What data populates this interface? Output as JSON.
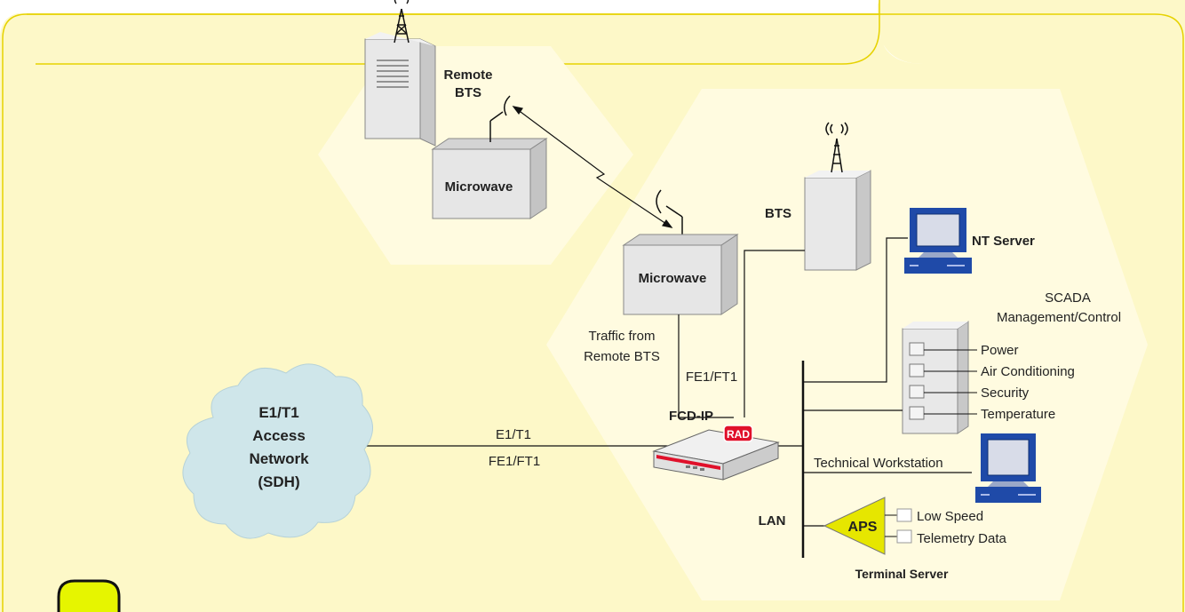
{
  "labels": {
    "remote_bts": [
      "Remote",
      "BTS"
    ],
    "microwave_remote": "Microwave",
    "microwave_local": "Microwave",
    "bts": "BTS",
    "nt_server": "NT Server",
    "scada_title": [
      "SCADA",
      "Management/Control"
    ],
    "scada_items": [
      "Power",
      "Air Conditioning",
      "Security",
      "Temperature"
    ],
    "traffic_from": [
      "Traffic from",
      "Remote BTS"
    ],
    "fe1_ft1_up": "FE1/FT1",
    "fcd_ip": "FCD-IP",
    "rad_badge": "RAD",
    "cloud": [
      "E1/T1",
      "Access",
      "Network",
      "(SDH)"
    ],
    "link_e1": "E1/T1",
    "link_fe1": "FE1/FT1",
    "technical_workstation": "Technical Workstation",
    "lan": "LAN",
    "aps": "APS",
    "low_speed": "Low Speed",
    "telemetry_data": "Telemetry Data",
    "terminal_server": "Terminal Server"
  },
  "colors": {
    "background_panel": "#fdf8c8",
    "panel_border": "#e6d200",
    "hexagon": "#fffbe0",
    "cloud": "#cfe6ea",
    "aps_fill": "#e6e600",
    "rad_red": "#e0102a",
    "monitor_blue": "#1f4aa8"
  }
}
